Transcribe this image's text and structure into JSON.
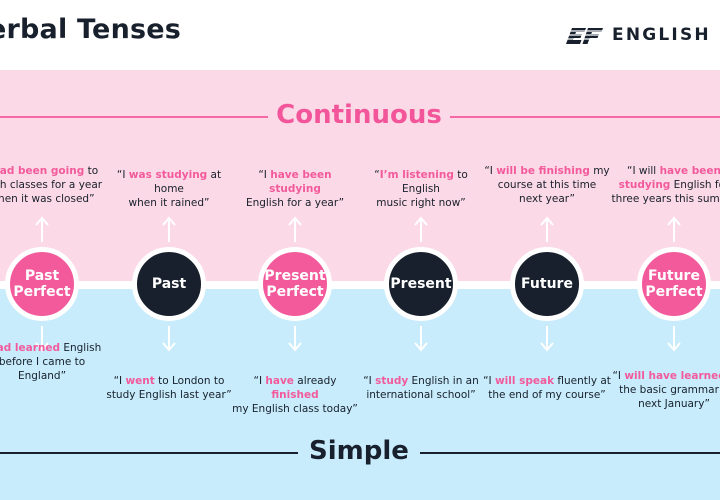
{
  "header": {
    "title": "erbal Tenses",
    "logo_text": "ENGLISH LI"
  },
  "bands": {
    "continuous": "Continuous",
    "simple": "Simple"
  },
  "nodes": [
    {
      "label": "Past\nPerfect",
      "style": "pink"
    },
    {
      "label": "Past",
      "style": "dark"
    },
    {
      "label": "Present\nPerfect",
      "style": "pink"
    },
    {
      "label": "Present",
      "style": "dark"
    },
    {
      "label": "Future",
      "style": "dark"
    },
    {
      "label": "Future\nPerfect",
      "style": "pink"
    }
  ],
  "continuous_examples": [
    {
      "parts": [
        {
          "t": "I "
        },
        {
          "t": "had been going",
          "hl": true
        },
        {
          "t": " to\nglish classes for a year\nwhen it was closed”"
        }
      ]
    },
    {
      "parts": [
        {
          "t": "“I "
        },
        {
          "t": "was studying",
          "hl": true
        },
        {
          "t": " at home\nwhen it rained”"
        }
      ]
    },
    {
      "parts": [
        {
          "t": "“I "
        },
        {
          "t": "have been studying",
          "hl": true
        },
        {
          "t": "\nEnglish for a year”"
        }
      ]
    },
    {
      "parts": [
        {
          "t": "“"
        },
        {
          "t": "I’m listening",
          "hl": true
        },
        {
          "t": " to English\nmusic right now”"
        }
      ]
    },
    {
      "parts": [
        {
          "t": "“I "
        },
        {
          "t": "will be finishing",
          "hl": true
        },
        {
          "t": " my\ncourse at this time\nnext year”"
        }
      ]
    },
    {
      "parts": [
        {
          "t": "“I will "
        },
        {
          "t": "have been",
          "hl": true
        },
        {
          "t": "\n"
        },
        {
          "t": "studying",
          "hl": true
        },
        {
          "t": " English for\nthree years this summe"
        }
      ]
    }
  ],
  "simple_examples": [
    {
      "parts": [
        {
          "t": "I "
        },
        {
          "t": "had learned",
          "hl": true
        },
        {
          "t": " English\nbefore I came to\nEngland”"
        }
      ]
    },
    {
      "parts": [
        {
          "t": "“I "
        },
        {
          "t": "went",
          "hl": true
        },
        {
          "t": " to London to\nstudy English last year”"
        }
      ]
    },
    {
      "parts": [
        {
          "t": "“I "
        },
        {
          "t": "have",
          "hl": true
        },
        {
          "t": " already "
        },
        {
          "t": "finished",
          "hl": true
        },
        {
          "t": "\nmy English class today”"
        }
      ]
    },
    {
      "parts": [
        {
          "t": "“I "
        },
        {
          "t": "study",
          "hl": true
        },
        {
          "t": " English in an\ninternational school”"
        }
      ]
    },
    {
      "parts": [
        {
          "t": "“I "
        },
        {
          "t": "will speak",
          "hl": true
        },
        {
          "t": " fluently at\nthe end of my course”"
        }
      ]
    },
    {
      "parts": [
        {
          "t": "“I "
        },
        {
          "t": "will have learned",
          "hl": true
        },
        {
          "t": " a\nthe basic grammar b\nnext January”"
        }
      ]
    }
  ],
  "colors": {
    "pink_accent": "#f25a9c",
    "dark_navy": "#17202c",
    "pink_band": "#fcd9e6",
    "blue_band": "#c8ecfb"
  },
  "icons": {
    "logo": "ef-logo-icon",
    "arrow_up": "arrow-up-icon",
    "arrow_down": "arrow-down-icon"
  }
}
